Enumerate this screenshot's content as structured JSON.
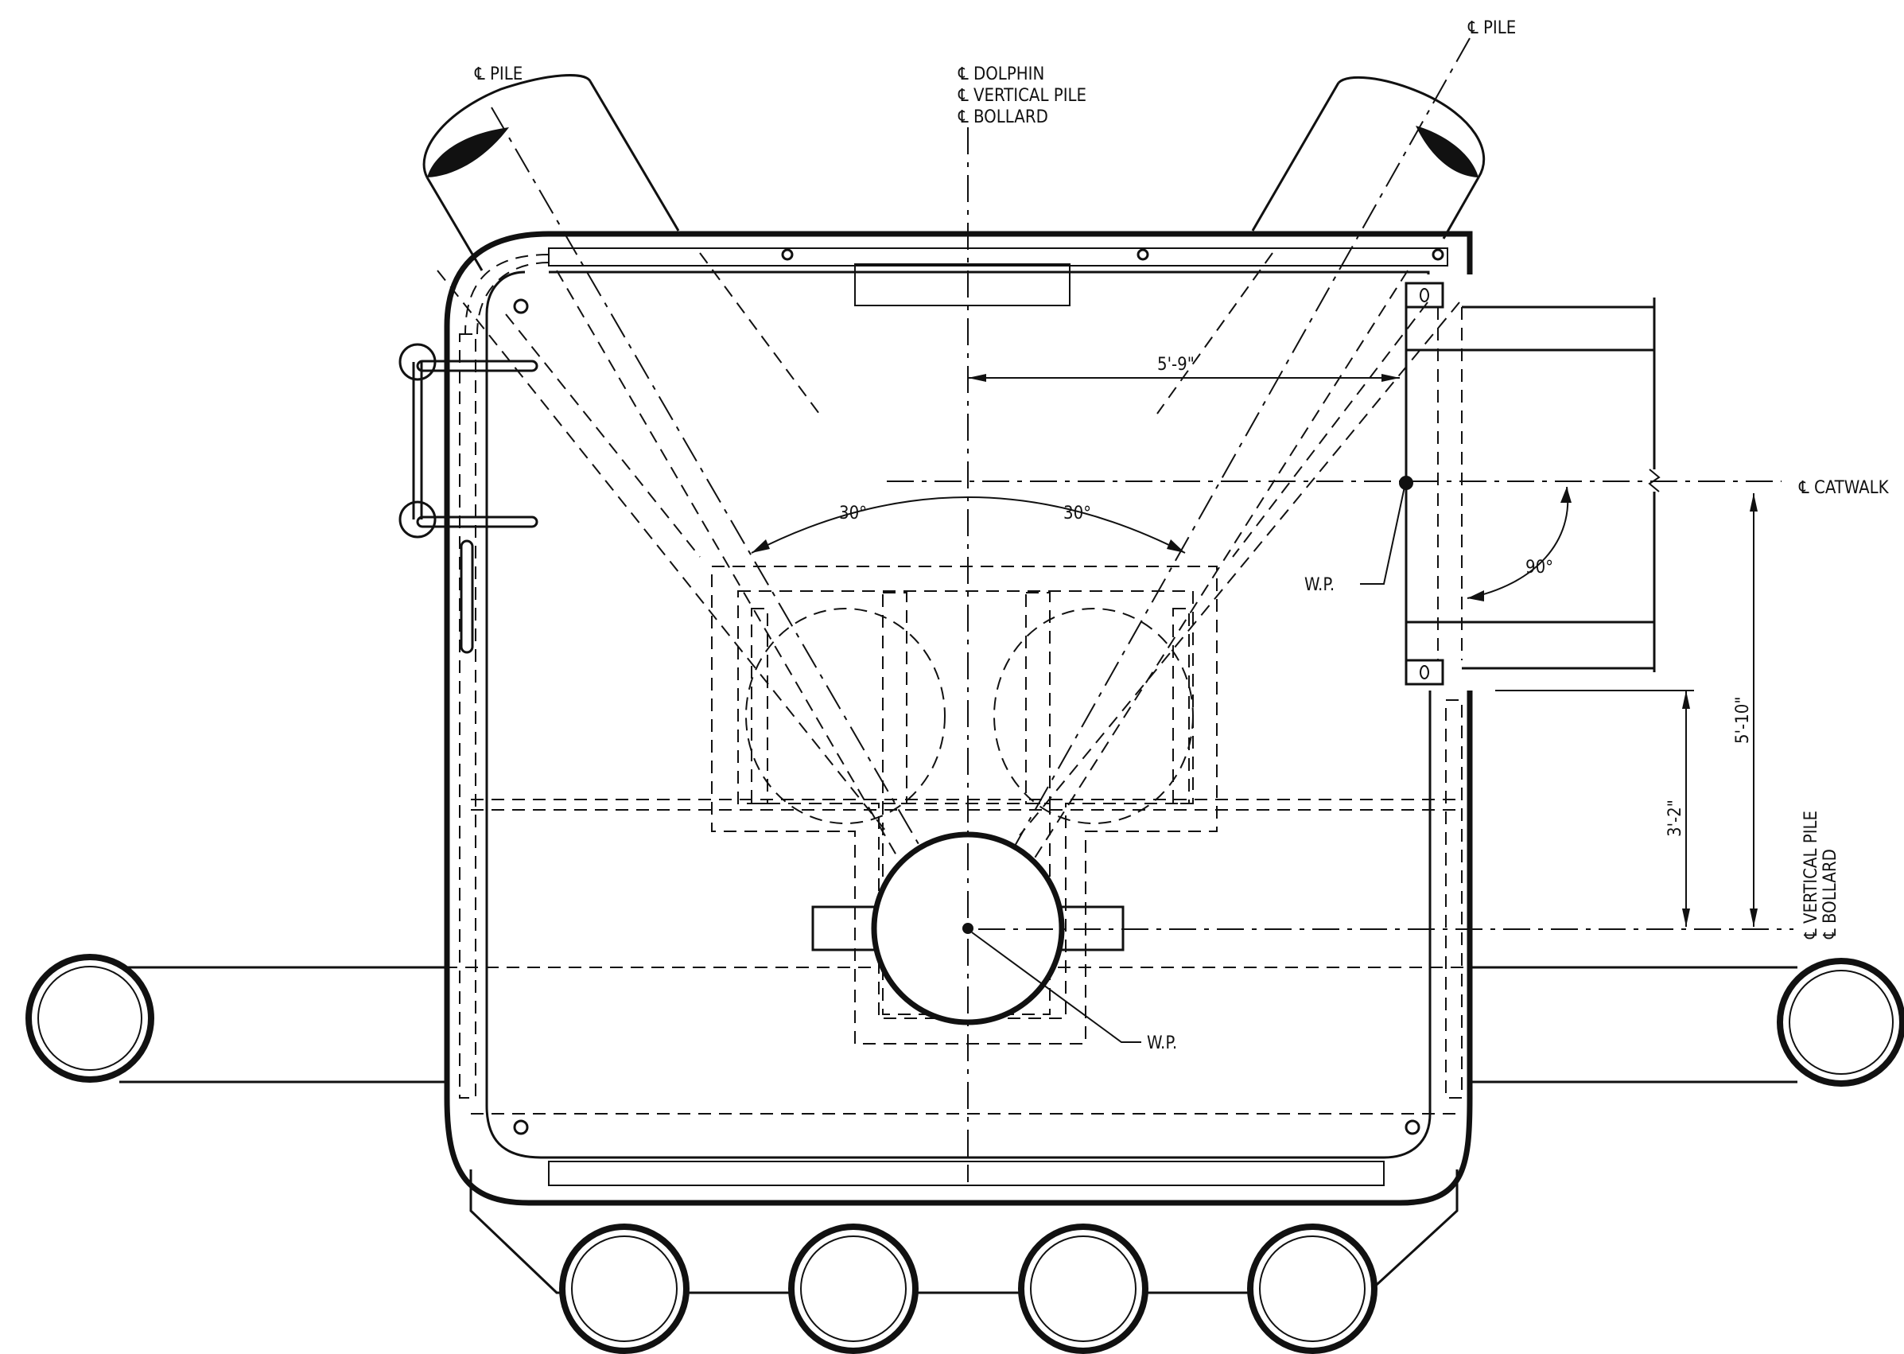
{
  "labels": {
    "cl_pile_left": "℄ PILE",
    "cl_pile_right": "℄ PILE",
    "cl_dolphin": "℄ DOLPHIN",
    "cl_vertical_pile": "℄ VERTICAL PILE",
    "cl_bollard": "℄ BOLLARD",
    "cl_catwalk": "℄ CATWALK",
    "wp_catwalk": "W.P.",
    "wp_bollard": "W.P.",
    "side_vertical_pile": "℄ VERTICAL PILE",
    "side_bollard": "℄ BOLLARD"
  },
  "dimensions": {
    "catwalk_offset": "5'-9\"",
    "angle_left": "30°",
    "angle_right": "30°",
    "catwalk_angle": "90°",
    "bollard_to_catwalk": "5'-10\"",
    "bollard_to_rail": "3'-2\""
  }
}
